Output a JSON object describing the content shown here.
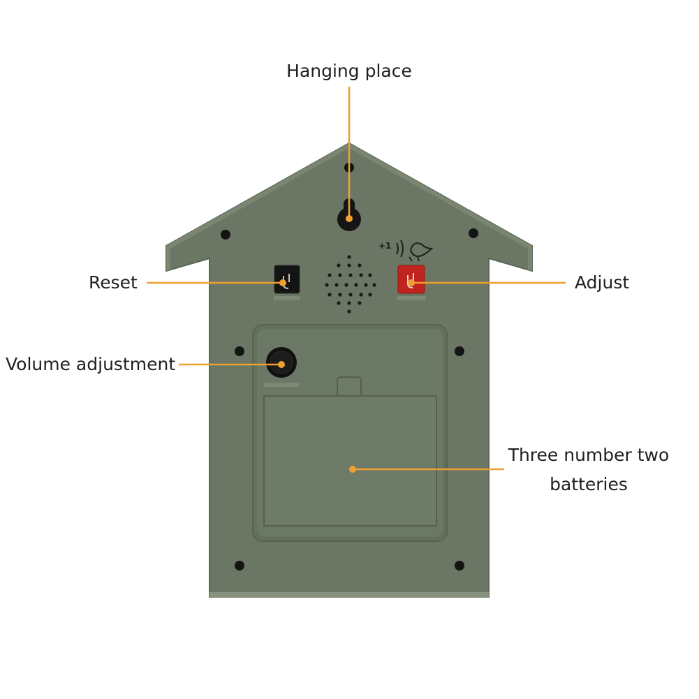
{
  "colors": {
    "housing": "#6b7764",
    "housing_edge": "#5b6655",
    "panel": "#6a7664",
    "leader": "#f0a030",
    "reset_button": "#141414",
    "adjust_button": "#c0241e"
  },
  "callouts": {
    "hanging_place": "Hanging place",
    "reset": "Reset",
    "adjust": "Adjust",
    "volume_adjustment": "Volume adjustment",
    "batteries_line1": "Three number two",
    "batteries_line2": "batteries"
  },
  "device": {
    "hour_chime_marking": "+1"
  }
}
